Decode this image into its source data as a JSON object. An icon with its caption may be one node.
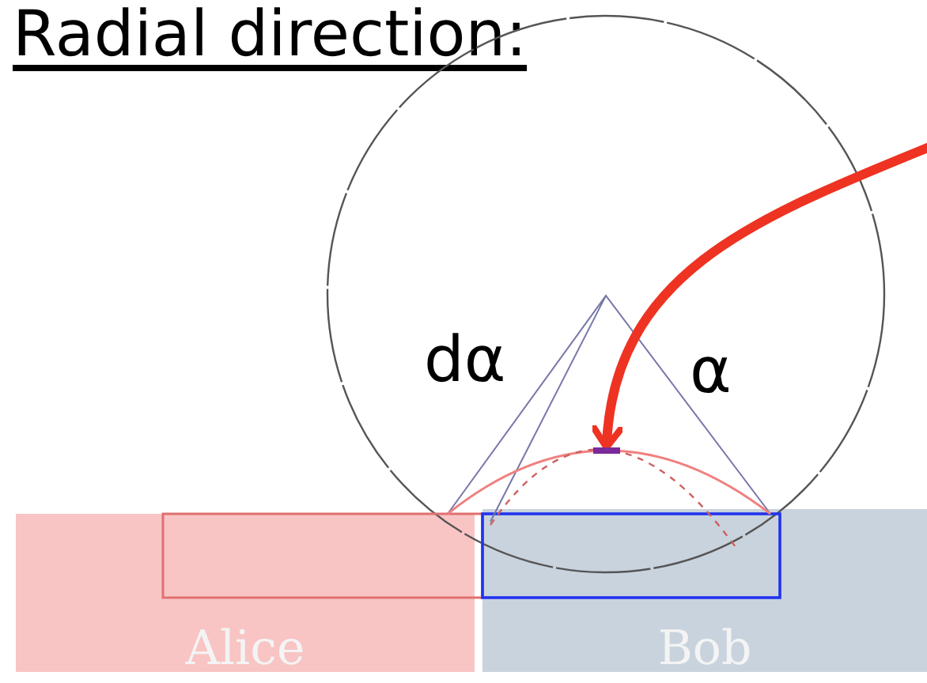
{
  "diagram": {
    "title": "Radial direction:",
    "nodes": [
      {
        "text": [
          "Alice"
        ]
      },
      {
        "text": [
          "Bob"
        ]
      },
      {
        "text": [],
        "shape": "bar"
      }
    ],
    "edges": [
      {
        "from": null,
        "to": 2,
        "arrow": "to"
      }
    ],
    "labels": [
      "dα",
      "α"
    ]
  }
}
